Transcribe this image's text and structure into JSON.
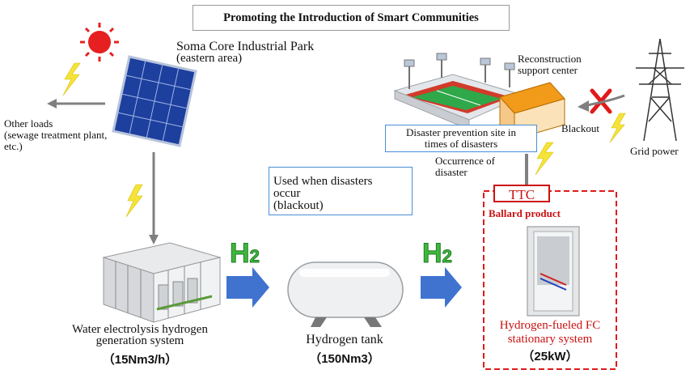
{
  "title": "Promoting the Introduction of Smart Communities",
  "solar": {
    "label_line1": "Soma Core Industrial Park",
    "label_line2": "(eastern area)"
  },
  "other_loads": {
    "line1": "Other loads",
    "line2": "(sewage treatment plant,",
    "line3": "etc.)"
  },
  "reconstruction": {
    "line1": "Reconstruction",
    "line2": "support center"
  },
  "blackout": "Blackout",
  "grid_power": "Grid power",
  "disaster_site": {
    "line1": "Disaster prevention site in",
    "line2": "times of disasters"
  },
  "occurrence": {
    "line1": "Occurrence of",
    "line2": "disaster"
  },
  "used_when": {
    "line1": "Used when disasters",
    "line2": "occur",
    "line3": "(blackout)"
  },
  "ttc": "TTC",
  "ballard": "Ballard product",
  "electrolysis": {
    "line1": "Water electrolysis hydrogen",
    "line2": "generation system",
    "spec": "（15Nm3/h）"
  },
  "tank": {
    "label": "Hydrogen tank",
    "spec": "（150Nm3）"
  },
  "fc": {
    "line1": "Hydrogen-fueled FC",
    "line2": "stationary system",
    "spec": "（25kW）"
  },
  "h2_label_main": "H",
  "h2_label_sub": "2",
  "colors": {
    "arrow_blue": "#3f73cf",
    "h2_green": "#3db83d",
    "ttc_red": "#cc1111",
    "box_blue": "#4a8fd6"
  }
}
